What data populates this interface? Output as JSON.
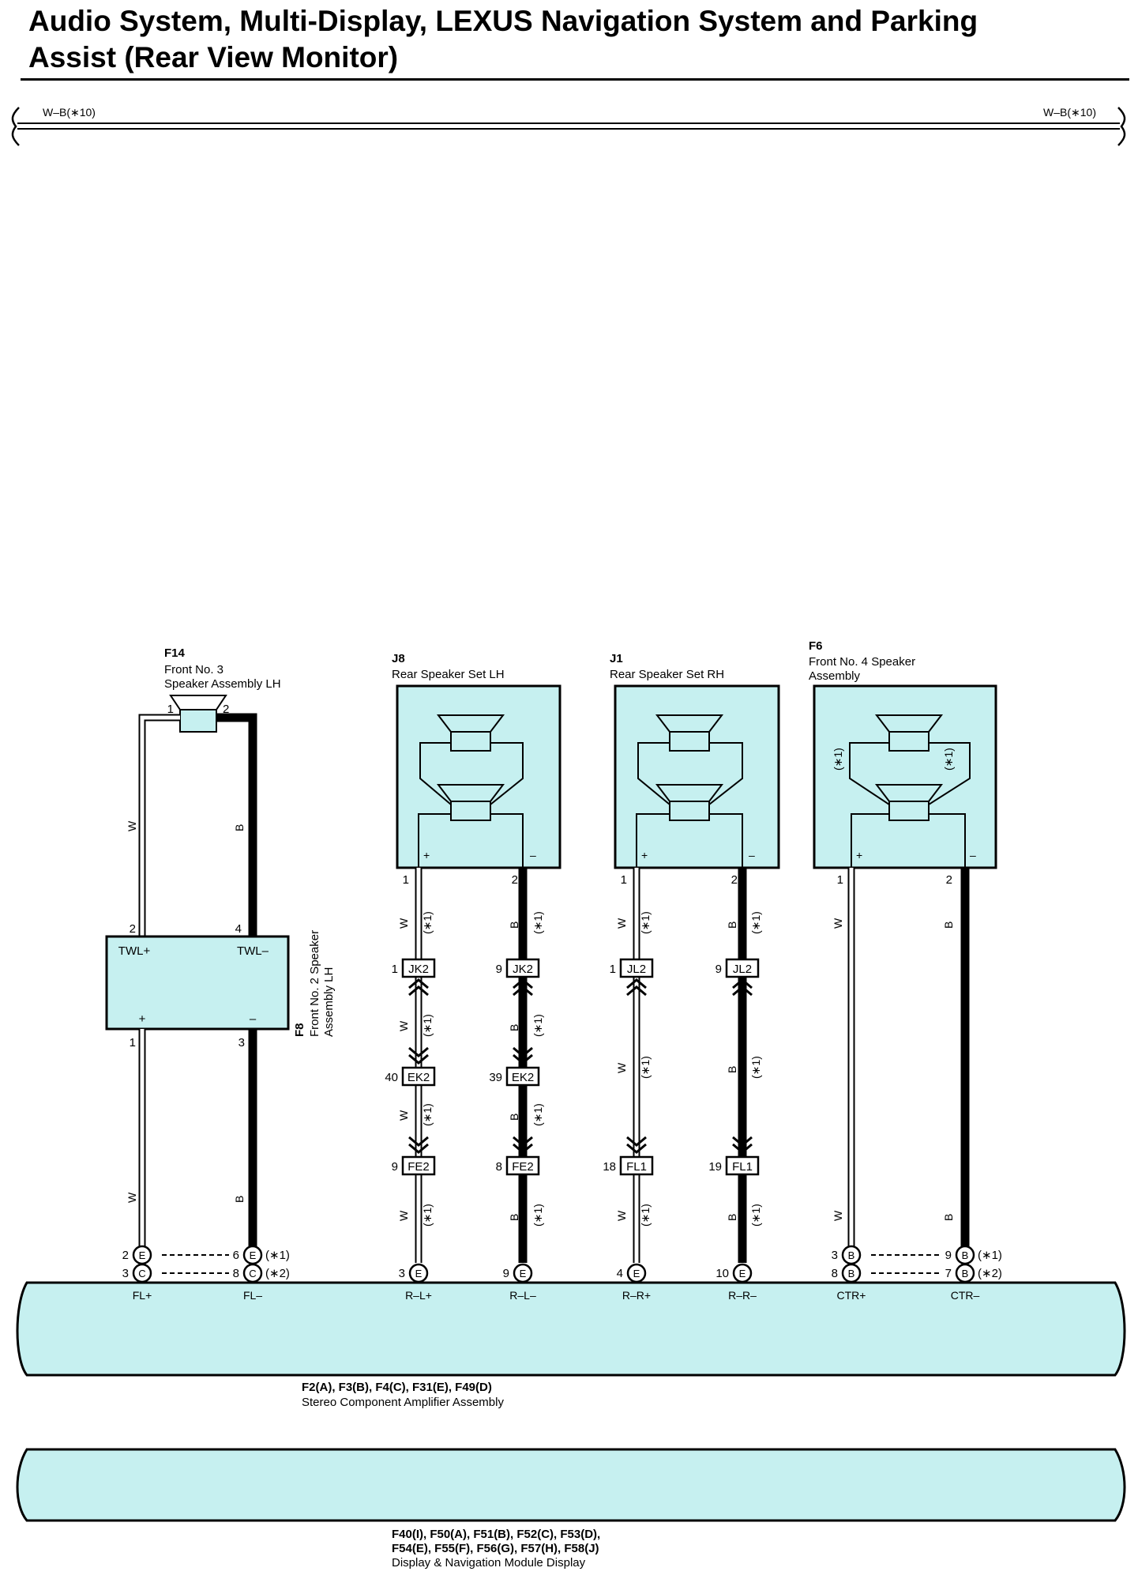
{
  "title": {
    "line1": "Audio System, Multi-Display, LEXUS Navigation System and Parking",
    "line2": "Assist (Rear View Monitor)"
  },
  "colors": {
    "box_fill": "#c6f0f0",
    "wire_thin": "#ffffff",
    "wire_thick": "#000000"
  },
  "top_wire": {
    "left_label": "W–B(∗10)",
    "right_label": "W–B(∗10)"
  },
  "f14": {
    "code": "F14",
    "name1": "Front No. 3",
    "name2": "Speaker Assembly LH",
    "pin1": "1",
    "pin2": "2"
  },
  "f8": {
    "code": "F8",
    "name1": "Front No. 2 Speaker",
    "name2": "Assembly LH",
    "twl_plus": "TWL+",
    "twl_minus": "TWL–",
    "plus": "+",
    "minus": "–",
    "pin_twl_plus": "2",
    "pin_twl_minus": "4",
    "pin_plus": "1",
    "pin_minus": "3"
  },
  "j8": {
    "code": "J8",
    "name": "Rear Speaker Set LH",
    "pin_plus": "1",
    "pin_minus": "2",
    "plus": "+",
    "minus": "–"
  },
  "j1": {
    "code": "J1",
    "name": "Rear Speaker Set RH",
    "pin_plus": "1",
    "pin_minus": "2",
    "plus": "+",
    "minus": "–"
  },
  "f6": {
    "code": "F6",
    "name1": "Front No. 4 Speaker",
    "name2": "Assembly",
    "pin_plus": "1",
    "pin_minus": "2",
    "plus": "+",
    "minus": "–",
    "note_l": "(∗1)",
    "note_r": "(∗1)"
  },
  "wire_colors": {
    "w": "W",
    "b": "B"
  },
  "note1": "(∗1)",
  "note2": "(∗2)",
  "connectors": {
    "jk2_l": {
      "name": "JK2",
      "pin": "1"
    },
    "jk2_r": {
      "name": "JK2",
      "pin": "9"
    },
    "jl2_l": {
      "name": "JL2",
      "pin": "1"
    },
    "jl2_r": {
      "name": "JL2",
      "pin": "9"
    },
    "ek2_l": {
      "name": "EK2",
      "pin": "40"
    },
    "ek2_r": {
      "name": "EK2",
      "pin": "39"
    },
    "fe2_l": {
      "name": "FE2",
      "pin": "9"
    },
    "fe2_r": {
      "name": "FE2",
      "pin": "8"
    },
    "fl1_l": {
      "name": "FL1",
      "pin": "18"
    },
    "fl1_r": {
      "name": "FL1",
      "pin": "19"
    }
  },
  "amp_pins": {
    "fl_plus_1": {
      "pin": "2",
      "conn": "E"
    },
    "fl_plus_2": {
      "pin": "3",
      "conn": "C"
    },
    "fl_minus_1": {
      "pin": "6",
      "conn": "E"
    },
    "fl_minus_2": {
      "pin": "8",
      "conn": "C"
    },
    "rl_plus": {
      "pin": "3",
      "conn": "E"
    },
    "rl_minus": {
      "pin": "9",
      "conn": "E"
    },
    "rr_plus": {
      "pin": "4",
      "conn": "E"
    },
    "rr_minus": {
      "pin": "10",
      "conn": "E"
    },
    "ctr_plus_1": {
      "pin": "3",
      "conn": "B"
    },
    "ctr_plus_2": {
      "pin": "8",
      "conn": "B"
    },
    "ctr_minus_1": {
      "pin": "9",
      "conn": "B"
    },
    "ctr_minus_2": {
      "pin": "7",
      "conn": "B"
    }
  },
  "amp_terminals": [
    "FL+",
    "FL–",
    "R–L+",
    "R–L–",
    "R–R+",
    "R–R–",
    "CTR+",
    "CTR–"
  ],
  "amplifier": {
    "codes": "F2(A), F3(B), F4(C), F31(E), F49(D)",
    "name": "Stereo Component Amplifier Assembly"
  },
  "display": {
    "codes1": "F40(I), F50(A), F51(B), F52(C), F53(D),",
    "codes2": "F54(E), F55(F), F56(G), F57(H), F58(J)",
    "name": "Display & Navigation Module Display"
  }
}
